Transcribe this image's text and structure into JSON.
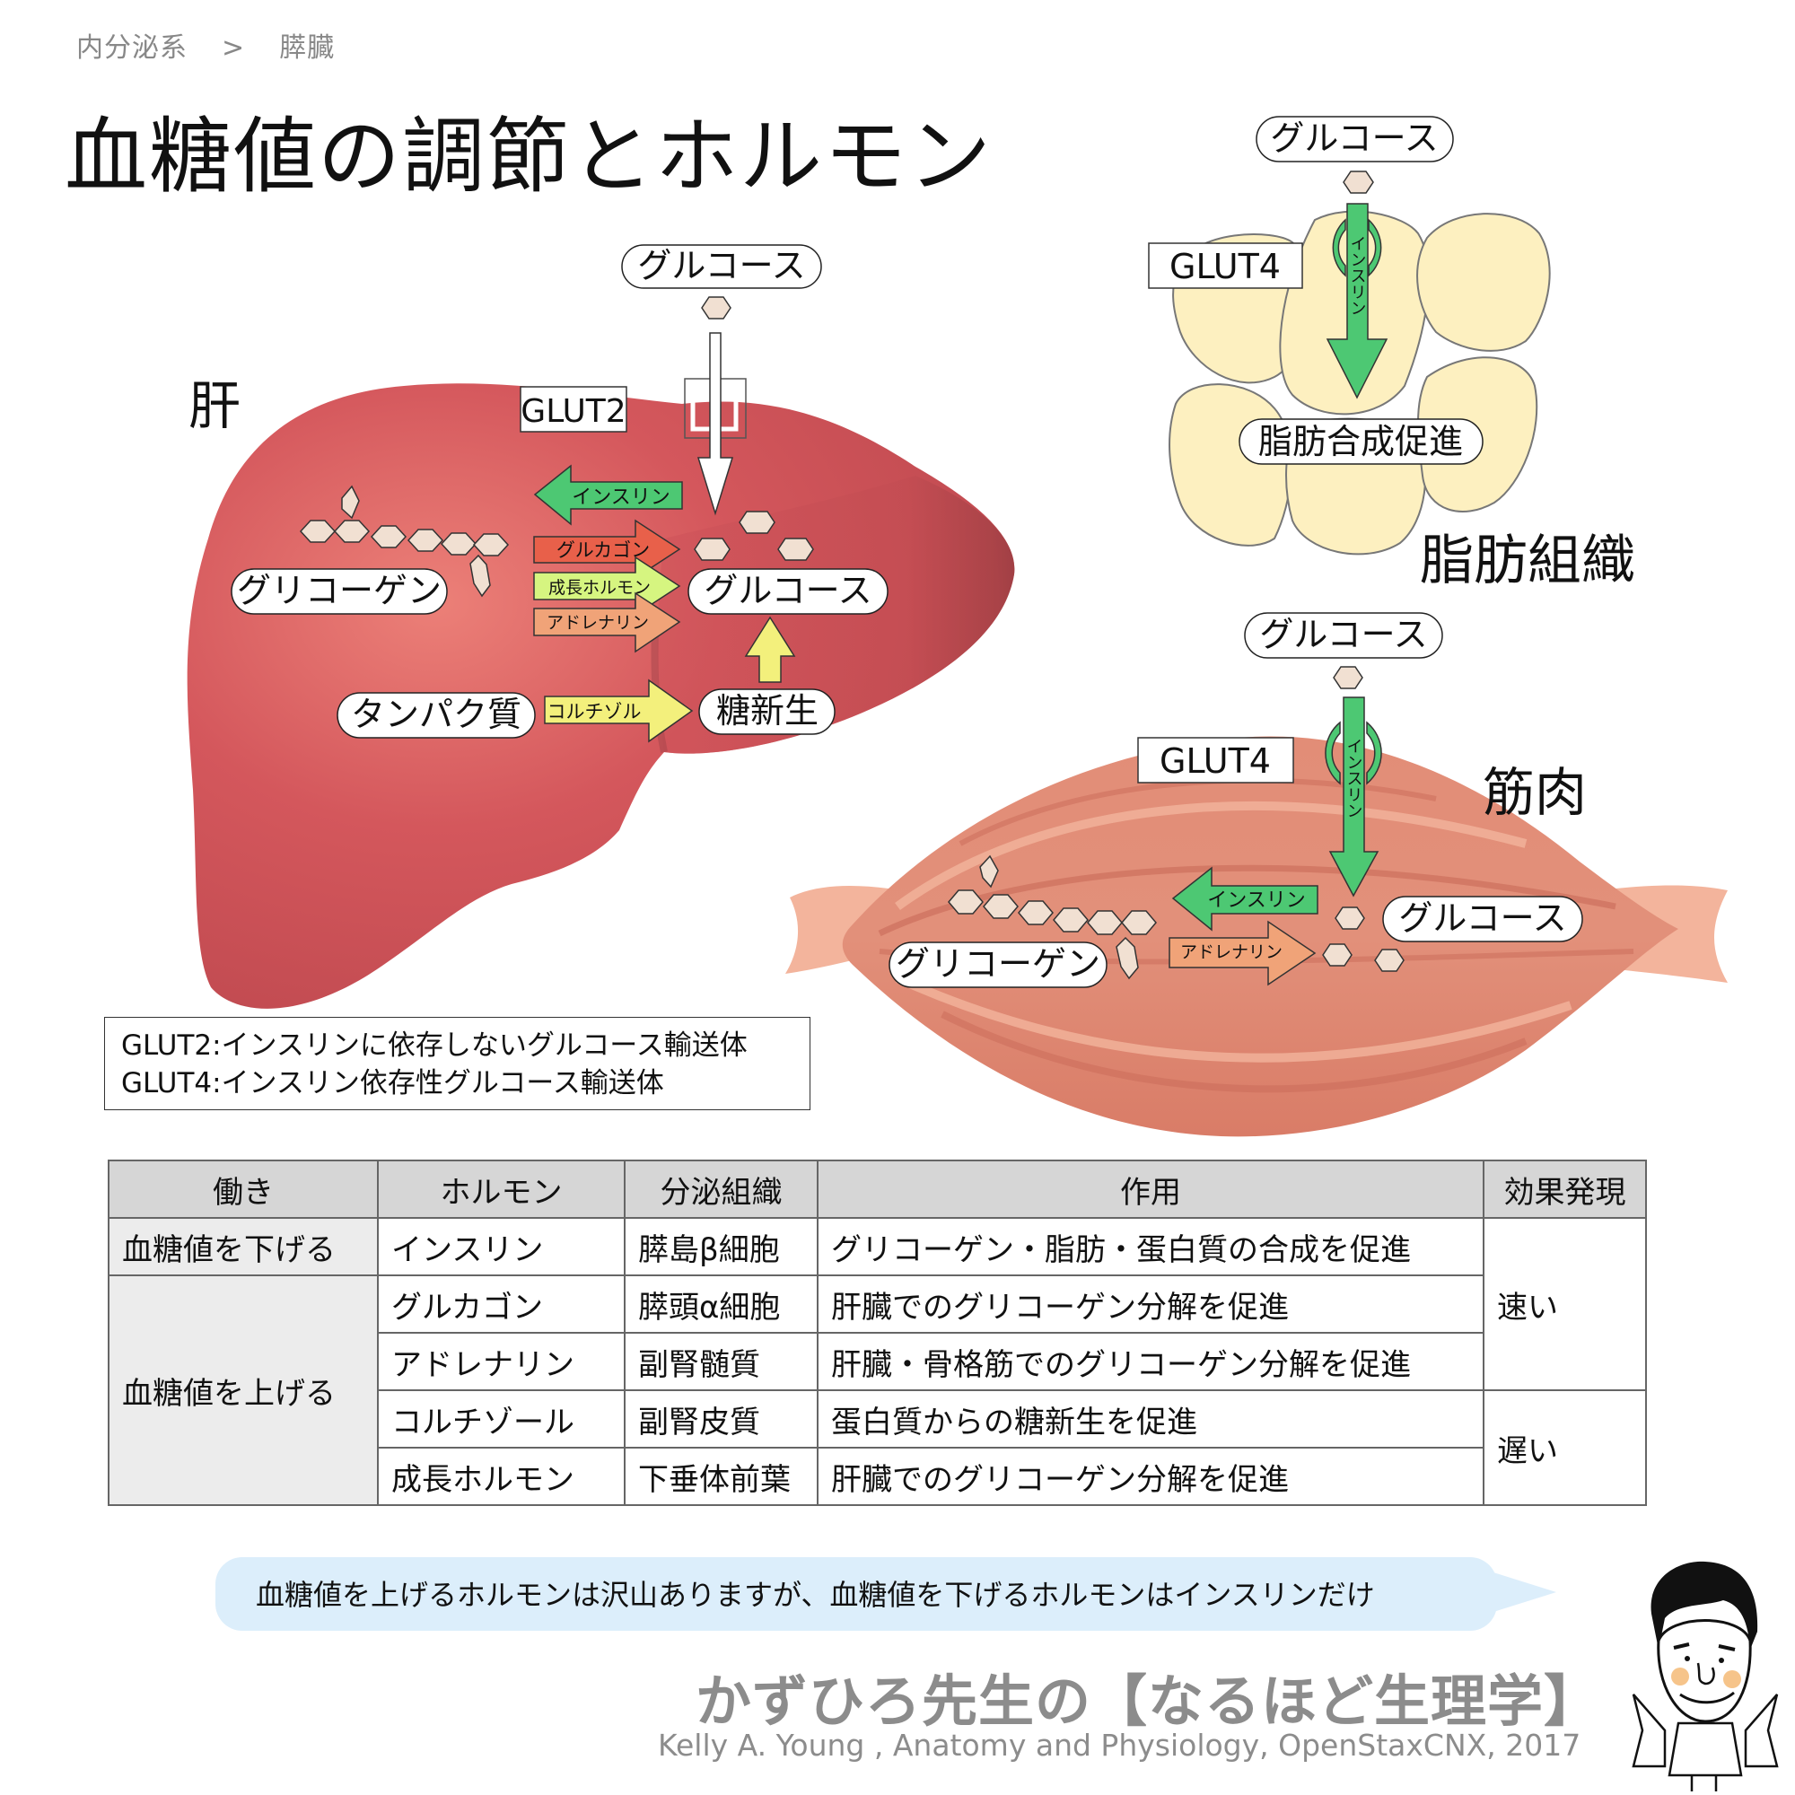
{
  "breadcrumb": {
    "parent": "内分泌系",
    "separator": ">",
    "current": "膵臓"
  },
  "title": "血糖値の調節とホルモン",
  "colors": {
    "liver": "#cf535a",
    "liver_dark": "#9b3c40",
    "liver_light": "#ec8078",
    "fat_cell": "#fdf0c0",
    "muscle": "#e08a74",
    "muscle_light": "#f3b49c",
    "muscle_dark": "#c96a58",
    "glucose_hex": "#f1e0d2",
    "insulin_arrow": "#4dc873",
    "glucagon_arrow": "#e8604a",
    "growth_hormone_arrow": "#d6f580",
    "adrenaline_arrow": "#f0a378",
    "cortisol_arrow": "#f3f07c",
    "table_header": "#d6d6d6",
    "table_group": "#ececec",
    "bubble": "#dceefb",
    "footer": "#8c8c8c"
  },
  "liver": {
    "organ_label": "肝",
    "glucose_label": "グルコース",
    "transporter_label": "GLUT2",
    "glycogen_label": "グリコーゲン",
    "glucose_inner_label": "グルコース",
    "protein_label": "タンパク質",
    "gluconeogenesis_label": "糖新生",
    "arrows": {
      "insulin": "インスリン",
      "glucagon": "グルカゴン",
      "growth_hormone": "成長ホルモン",
      "adrenaline": "アドレナリン",
      "cortisol": "コルチゾル"
    }
  },
  "fat": {
    "organ_label": "脂肪組織",
    "glucose_label": "グルコース",
    "transporter_label": "GLUT4",
    "insulin_label": "インスリン",
    "effect_label": "脂肪合成促進"
  },
  "muscle": {
    "organ_label": "筋肉",
    "glucose_label": "グルコース",
    "transporter_label": "GLUT4",
    "insulin_vertical_label": "インスリン",
    "insulin_arrow_label": "インスリン",
    "adrenaline_arrow_label": "アドレナリン",
    "glycogen_label": "グリコーゲン",
    "glucose_inner_label": "グルコース"
  },
  "legend": {
    "line1": "GLUT2:インスリンに依存しないグルコース輸送体",
    "line2": "GLUT4:インスリン依存性グルコース輸送体"
  },
  "table": {
    "headers": [
      "働き",
      "ホルモン",
      "分泌組織",
      "作用",
      "効果発現"
    ],
    "groups": {
      "lower": "血糖値を下げる",
      "raise": "血糖値を上げる"
    },
    "rows": [
      {
        "hormone": "インスリン",
        "tissue": "膵島β細胞",
        "action": "グリコーゲン・脂肪・蛋白質の合成を促進"
      },
      {
        "hormone": "グルカゴン",
        "tissue": "膵頭α細胞",
        "action": "肝臓でのグリコーゲン分解を促進"
      },
      {
        "hormone": "アドレナリン",
        "tissue": "副腎髄質",
        "action": "肝臓・骨格筋でのグリコーゲン分解を促進"
      },
      {
        "hormone": "コルチゾール",
        "tissue": "副腎皮質",
        "action": "蛋白質からの糖新生を促進"
      },
      {
        "hormone": "成長ホルモン",
        "tissue": "下垂体前葉",
        "action": "肝臓でのグリコーゲン分解を促進"
      }
    ],
    "onset": {
      "fast": "速い",
      "slow": "遅い"
    }
  },
  "speech": "血糖値を上げるホルモンは沢山ありますが、血糖値を下げるホルモンはインスリンだけ",
  "footer": {
    "brand": "かずひろ先生の【なるほど生理学】",
    "citation": "Kelly A. Young , Anatomy and Physiology, OpenStaxCNX, 2017"
  }
}
